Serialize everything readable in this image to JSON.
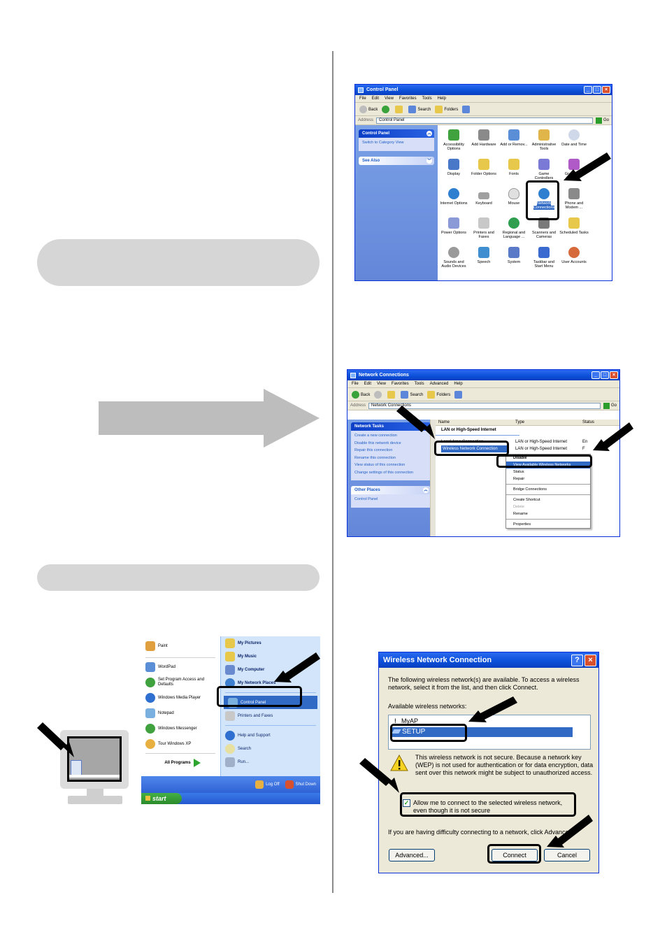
{
  "control_panel": {
    "title": "Control Panel",
    "menu": [
      "File",
      "Edit",
      "View",
      "Favorites",
      "Tools",
      "Help"
    ],
    "toolbar": {
      "back": "Back",
      "search": "Search",
      "folders": "Folders"
    },
    "address_label": "Address",
    "address_value": "Control Panel",
    "go_label": "Go",
    "taskpane": {
      "head": "Control Panel",
      "link": "Switch to Category View",
      "see_also": "See Also"
    },
    "items": [
      "Accessibility Options",
      "Add Hardware",
      "Add or Remov...",
      "Administrative Tools",
      "Date and Time",
      "Display",
      "Folder Options",
      "Fonts",
      "Game Controllers",
      "Graphics...",
      "Internet Options",
      "Keyboard",
      "Mouse",
      "Network Connections",
      "Phone and Modem ...",
      "Power Options",
      "Printers and Faxes",
      "Regional and Language ...",
      "Scanners and Cameras",
      "Scheduled Tasks",
      "Sounds and Audio Devices",
      "Speech",
      "System",
      "Taskbar and Start Menu",
      "User Accounts"
    ]
  },
  "network_connections": {
    "title": "Network Connections",
    "menu": [
      "File",
      "Edit",
      "View",
      "Favorites",
      "Tools",
      "Advanced",
      "Help"
    ],
    "toolbar": {
      "back": "Back",
      "search": "Search",
      "folders": "Folders"
    },
    "address_label": "Address",
    "address_value": "Network Connections",
    "go_label": "Go",
    "taskpane": {
      "head": "Network Tasks",
      "links": [
        "Create a new connection",
        "Disable this network device",
        "Repair this connection",
        "Rename this connection",
        "View status of this connection",
        "Change settings of this connection"
      ],
      "other_head": "Other Places",
      "other_link": "Control Panel"
    },
    "columns": {
      "name": "Name",
      "type": "Type",
      "status": "Status"
    },
    "group": "LAN or High-Speed Internet",
    "rows": [
      {
        "name": "Local Area Connection",
        "type": "LAN or High-Speed Internet",
        "status": "En"
      },
      {
        "name": "Wireless Network Connection",
        "type": "LAN or High-Speed Internet",
        "status": "F"
      }
    ],
    "context_menu": {
      "disable": "Disable",
      "selected": "View Available Wireless Networks",
      "status": "Status",
      "repair": "Repair",
      "bridge": "Bridge Connections",
      "shortcut": "Create Shortcut",
      "delete": "Delete",
      "rename": "Rename",
      "properties": "Properties"
    }
  },
  "start_menu": {
    "left_items": [
      "Paint",
      "WordPad",
      "Set Program Access and Defaults",
      "Windows Media Player",
      "Notepad",
      "Windows Messenger",
      "Tour Windows XP"
    ],
    "all_programs": "All Programs",
    "right_items": [
      "My Pictures",
      "My Music",
      "My Computer",
      "My Network Places"
    ],
    "control_panel": "Control Panel",
    "right_items_plain": [
      "Printers and Faxes",
      "Help and Support",
      "Search",
      "Run..."
    ],
    "log_off": "Log Off",
    "shut_down": "Shut Down",
    "start": "start"
  },
  "wireless_dialog": {
    "title": "Wireless Network Connection",
    "intro": "The following wireless network(s) are available. To access a wireless network, select it from the list, and then click Connect.",
    "available_label": "Available wireless networks:",
    "networks": [
      "MyAP",
      "SETUP"
    ],
    "warning": "This wireless network is not secure. Because a network key (WEP) is not used for authentication or for data encryption, data sent over this network might be subject to unauthorized access.",
    "checkbox_label": "Allow me to connect to the selected wireless network, even though it is not secure",
    "help_text": "If you are having difficulty connecting to a network, click Advanced.",
    "advanced": "Advanced...",
    "connect": "Connect",
    "cancel": "Cancel"
  }
}
